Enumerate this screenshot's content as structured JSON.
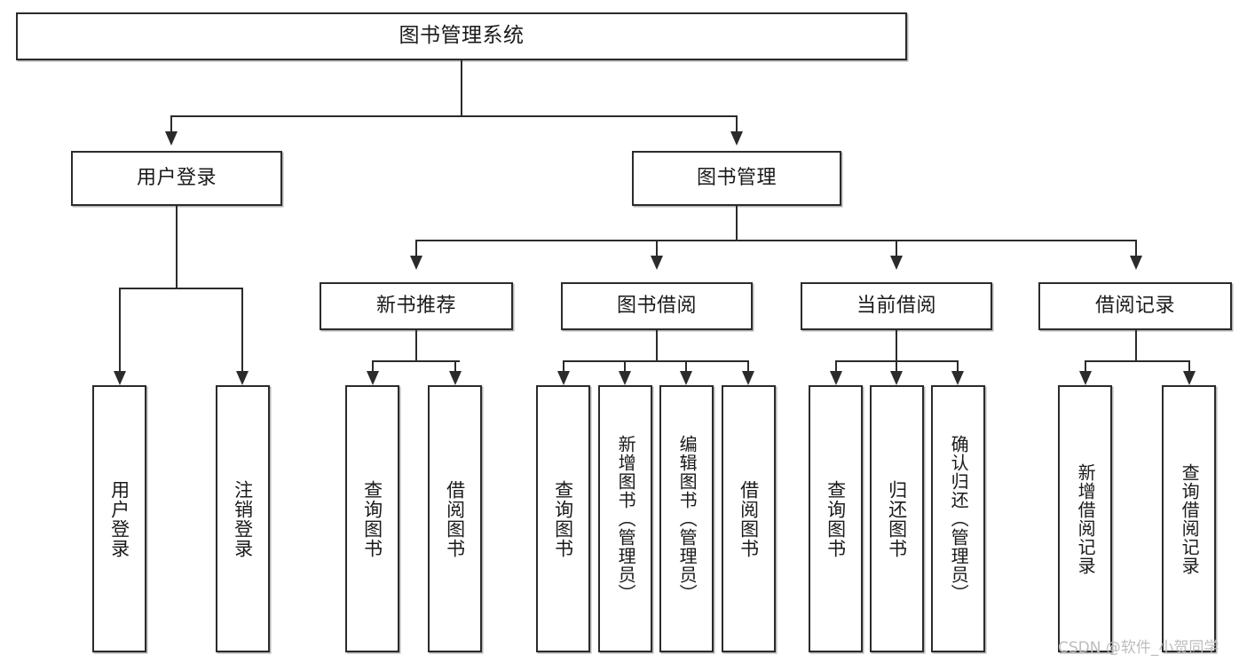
{
  "diagram": {
    "title": "图书管理系统",
    "type": "tree",
    "root": {
      "label": "图书管理系统"
    },
    "level2": [
      {
        "label": "用户登录"
      },
      {
        "label": "图书管理"
      }
    ],
    "level3": [
      {
        "label": "新书推荐"
      },
      {
        "label": "图书借阅"
      },
      {
        "label": "当前借阅"
      },
      {
        "label": "借阅记录"
      }
    ],
    "leaves": {
      "user_login": [
        {
          "label": "用户登录"
        },
        {
          "label": "注销登录"
        }
      ],
      "new_book": [
        {
          "label": "查询图书"
        },
        {
          "label": "借阅图书"
        }
      ],
      "borrow_book": [
        {
          "label": "查询图书"
        },
        {
          "label": "新增图书（管理员）"
        },
        {
          "label": "编辑图书（管理员）"
        },
        {
          "label": "借阅图书"
        }
      ],
      "current_borrow": [
        {
          "label": "查询图书"
        },
        {
          "label": "归还图书"
        },
        {
          "label": "确认归还（管理员）"
        }
      ],
      "borrow_record": [
        {
          "label": "新增借阅记录"
        },
        {
          "label": "查询借阅记录"
        }
      ]
    }
  },
  "watermark": {
    "text": "CSDN @软件_小贺同学"
  },
  "colors": {
    "stroke": "#2b2b2b",
    "fill": "#ffffff",
    "text": "#1a1a1a",
    "watermark": "#bdbdbd"
  }
}
